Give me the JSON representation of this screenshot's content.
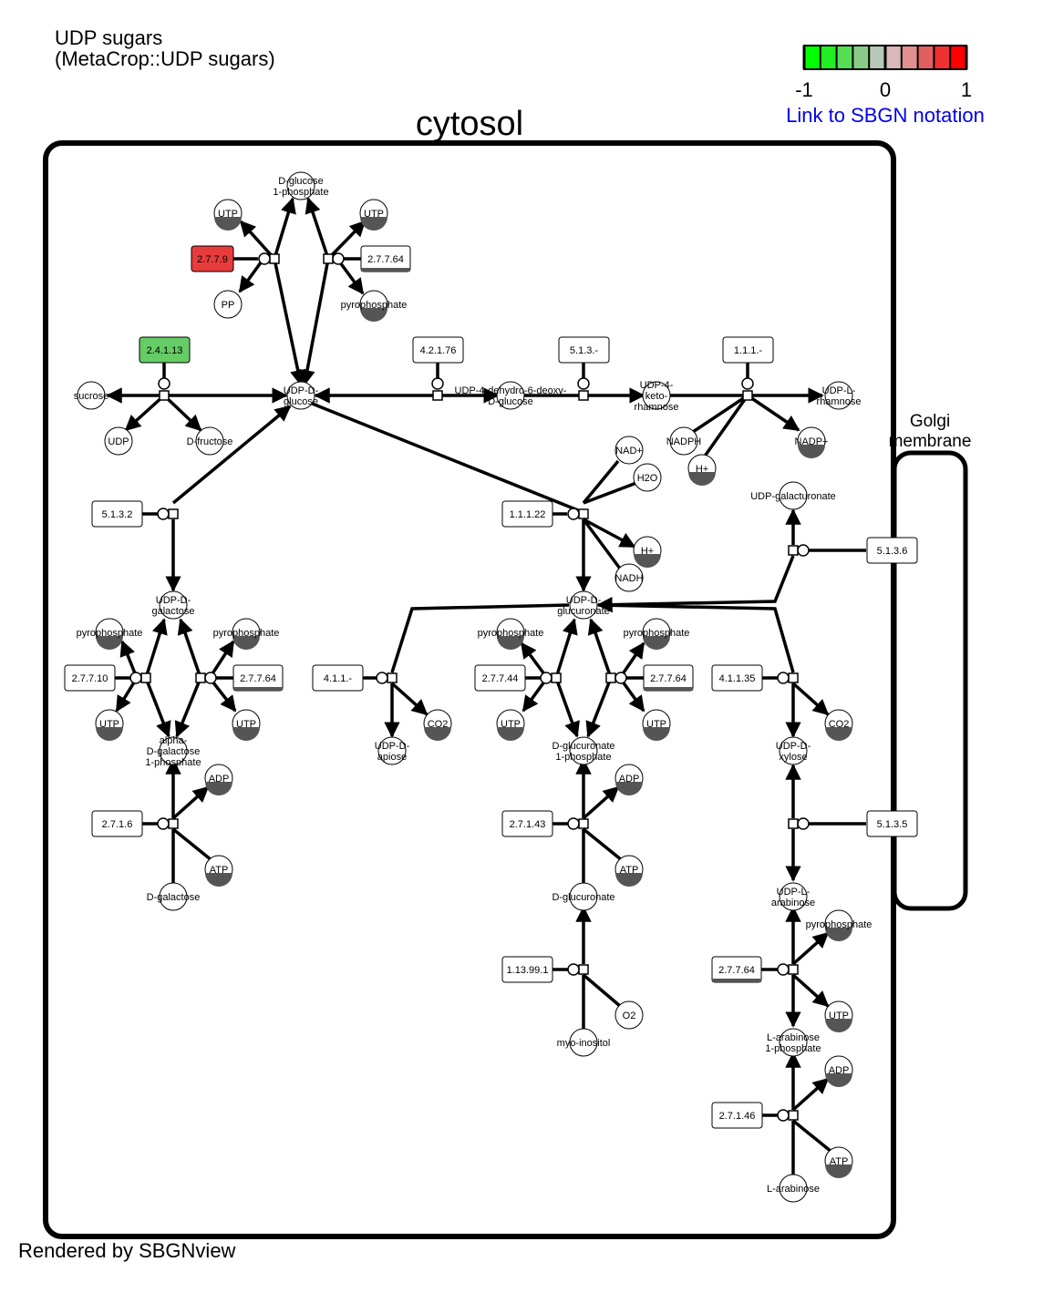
{
  "header": {
    "title": "UDP sugars",
    "subtitle": "(MetaCrop::UDP sugars)",
    "footer": "Rendered by SBGNview",
    "link_text": "Link to SBGN notation"
  },
  "legend": {
    "ticks": [
      "-1",
      "0",
      "1"
    ],
    "colors": [
      "#00ff00",
      "#22ee22",
      "#55dd55",
      "#88cc88",
      "#b8c8b8",
      "#d8b8b8",
      "#e09090",
      "#e06060",
      "#ee3030",
      "#ff0000"
    ]
  },
  "compartments": {
    "cytosol": "cytosol",
    "golgi_line1": "Golgi",
    "golgi_line2": "membrane"
  },
  "colors": {
    "enzyme_up": "#e83c3c",
    "enzyme_down": "#66cc66",
    "auxiliary_shade": "#555555"
  },
  "metabolites": {
    "g1p": [
      "D-glucose",
      "1-phosphate"
    ],
    "utp": "UTP",
    "pp": "PP",
    "pyrophosphate": "pyrophosphate",
    "udp_glucose": [
      "UDP-D-",
      "glucose"
    ],
    "sucrose": "sucrose",
    "udp": "UDP",
    "fructose": "D-fructose",
    "udp_4keto_deoxy": [
      "UDP-4-dehydro-6-deoxy-",
      "D-glucose"
    ],
    "udp_keto_rhamnose": [
      "UDP-4-",
      "keto-",
      "rhamnose"
    ],
    "udp_rhamnose": [
      "UDP-L-",
      "rhamnose"
    ],
    "nadph": "NADPH",
    "h_plus": "H+",
    "nadp": "NADP+",
    "nad": "NAD+",
    "h2o": "H2O",
    "nadh": "NADH",
    "udp_galacturonate": "UDP-galacturonate",
    "udp_galactose": [
      "UDP-D-",
      "galactose"
    ],
    "udp_glucuronate": [
      "UDP-D-",
      "glucuronate"
    ],
    "alpha_gal_1p": [
      "alpha-",
      "D-galactose",
      "1-phosphate"
    ],
    "udp_apiose": [
      "UDP-D-",
      "apiose"
    ],
    "co2": "CO2",
    "glucuronate_1p": [
      "D-glucuronate",
      "1-phosphate"
    ],
    "udp_xylose": [
      "UDP-D-",
      "xylose"
    ],
    "adp": "ADP",
    "atp": "ATP",
    "galactose": "D-galactose",
    "glucuronate": "D-glucuronate",
    "udp_arabinose": [
      "UDP-L-",
      "arabinose"
    ],
    "o2": "O2",
    "myo_inositol": "myo-inositol",
    "arabinose_1p": [
      "L-arabinose",
      "1-phosphate"
    ],
    "arabinose": "L-arabinose"
  },
  "enzymes": {
    "e27790": "2.7.7.9",
    "e27764": "2.7.7.64",
    "e24113": "2.4.1.13",
    "e42176": "4.2.1.76",
    "e513x": "5.1.3.-",
    "e111x": "1.1.1.-",
    "e5132": "5.1.3.2",
    "e11122": "1.1.1.22",
    "e5136": "5.1.3.6",
    "e27710": "2.7.7.10",
    "e411x": "4.1.1.-",
    "e27744": "2.7.7.44",
    "e41135": "4.1.1.35",
    "e2716": "2.7.1.6",
    "e27143": "2.7.1.43",
    "e5135": "5.1.3.5",
    "e113991": "1.13.99.1",
    "e27146": "2.7.1.46"
  }
}
